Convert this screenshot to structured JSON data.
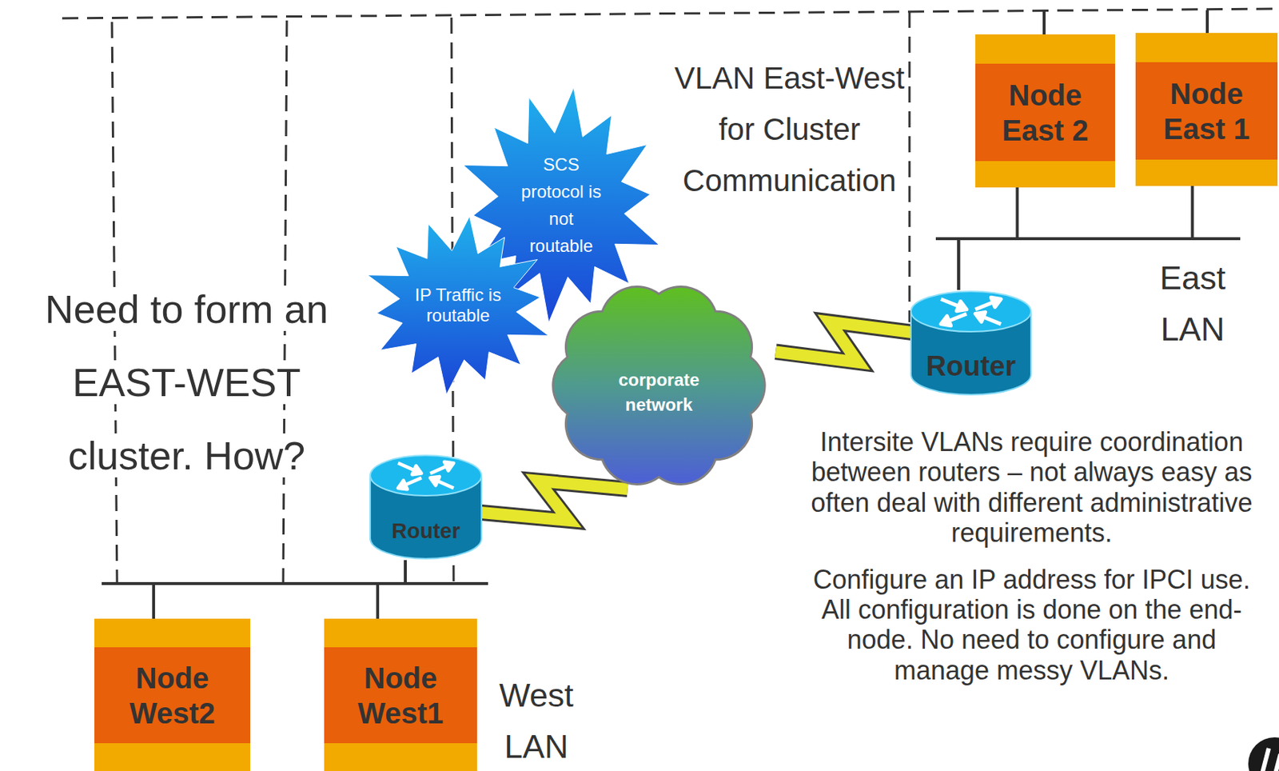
{
  "diagram": {
    "nodes": [
      {
        "text": [
          "Node East 2"
        ]
      },
      {
        "text": [
          "Node East 1"
        ]
      },
      {
        "text": [
          "SCS protocol is not routable"
        ]
      },
      {
        "text": [
          "IP Traffic is routable"
        ]
      },
      {
        "text": [
          "corporate network"
        ]
      },
      {
        "text": [
          "Router"
        ]
      },
      {
        "text": [
          "Router"
        ]
      },
      {
        "text": [
          "Node West2"
        ]
      },
      {
        "text": [
          "Node West1"
        ]
      }
    ],
    "edges": [
      {
        "from": 6,
        "to": 4,
        "arrow": "none"
      },
      {
        "from": 4,
        "to": 5,
        "arrow": "none"
      },
      {
        "from": 5,
        "to": 0,
        "arrow": "none"
      },
      {
        "from": 5,
        "to": 1,
        "arrow": "none"
      },
      {
        "from": 6,
        "to": 7,
        "arrow": "none"
      },
      {
        "from": 6,
        "to": 8,
        "arrow": "none"
      }
    ],
    "labels": [
      "VLAN East-West for Cluster Communication",
      "Need to form an EAST-WEST cluster. How?",
      "East LAN",
      "Intersite VLANs require coordination between routers – not always easy as often deal with different administrative requirements.",
      "Configure an IP address for IPCI use. All configuration is done on the end-node. No need to configure and manage messy VLANs.",
      "West LAN"
    ]
  }
}
